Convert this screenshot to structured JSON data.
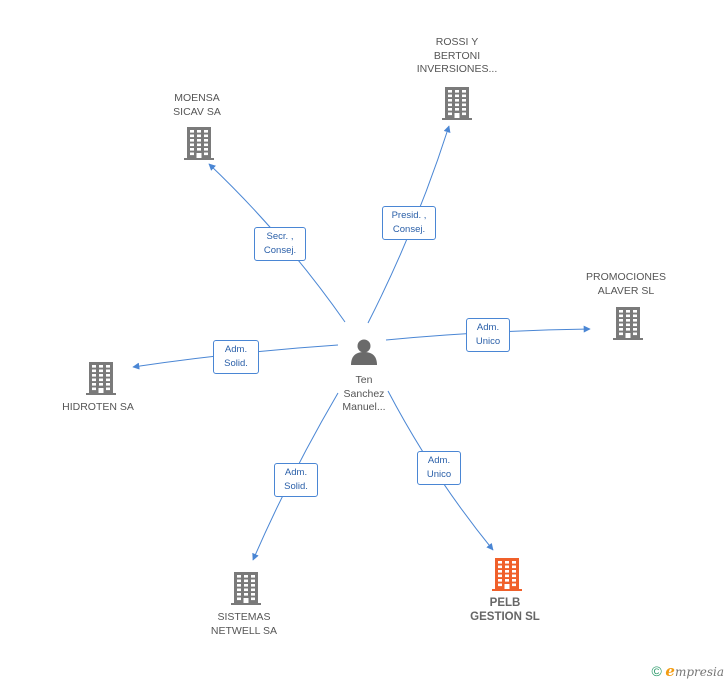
{
  "center": {
    "label_lines": [
      "Ten",
      "Sanchez",
      "Manuel..."
    ]
  },
  "nodes": [
    {
      "id": "rossi",
      "label_lines": [
        "ROSSI Y",
        "BERTONI",
        "INVERSIONES..."
      ],
      "highlight": false
    },
    {
      "id": "moensa",
      "label_lines": [
        "MOENSA",
        "SICAV SA"
      ],
      "highlight": false
    },
    {
      "id": "promociones",
      "label_lines": [
        "PROMOCIONES",
        "ALAVER SL"
      ],
      "highlight": false
    },
    {
      "id": "hidroten",
      "label_lines": [
        "HIDROTEN SA"
      ],
      "highlight": false
    },
    {
      "id": "sistemas",
      "label_lines": [
        "SISTEMAS",
        "NETWELL SA"
      ],
      "highlight": false
    },
    {
      "id": "pelb",
      "label_lines": [
        "PELB",
        "GESTION SL"
      ],
      "highlight": true
    }
  ],
  "edges": [
    {
      "to": "rossi",
      "role_lines": [
        "Presid. ,",
        "Consej."
      ]
    },
    {
      "to": "moensa",
      "role_lines": [
        "Secr. ,",
        "Consej."
      ]
    },
    {
      "to": "promociones",
      "role_lines": [
        "Adm.",
        "Unico"
      ]
    },
    {
      "to": "hidroten",
      "role_lines": [
        "Adm.",
        "Solid."
      ]
    },
    {
      "to": "sistemas",
      "role_lines": [
        "Adm.",
        "Solid."
      ]
    },
    {
      "to": "pelb",
      "role_lines": [
        "Adm.",
        "Unico"
      ]
    }
  ],
  "colors": {
    "edge": "#4a86d4",
    "building": "#7a7a7a",
    "building_highlight": "#f0602a",
    "person": "#6a6a6a"
  },
  "footer": {
    "copyright": "©",
    "brand_initial": "e",
    "brand_rest": "mpresia"
  }
}
